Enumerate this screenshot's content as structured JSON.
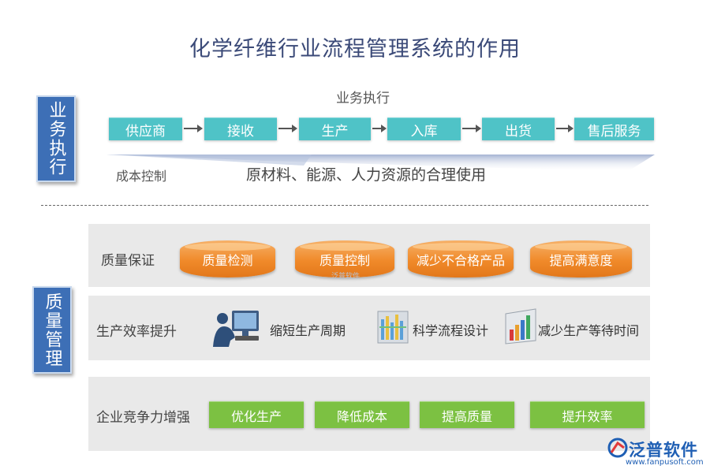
{
  "title": "化学纤维行业流程管理系统的作用",
  "business_execution": {
    "side_label": "业务执行",
    "header": "业务执行",
    "steps": [
      "供应商",
      "接收",
      "生产",
      "入库",
      "出货",
      "售后服务"
    ],
    "cost_label": "成本控制",
    "cost_text": "原材料、能源、人力资源的合理使用"
  },
  "quality_management": {
    "side_label": "质量管理",
    "quality_assurance": {
      "label": "质量保证",
      "items": [
        "质量检测",
        "质量控制",
        "减少不合格产品",
        "提高满意度"
      ]
    },
    "efficiency": {
      "label": "生产效率提升",
      "items": [
        {
          "icon": "computer-user-icon",
          "text": "缩短生产周期"
        },
        {
          "icon": "bar-chart-icon",
          "text": "科学流程设计"
        },
        {
          "icon": "colored-bar-chart-icon",
          "text": "减少生产等待时间"
        }
      ]
    },
    "competitiveness": {
      "label": "企业竞争力增强",
      "items": [
        "优化生产",
        "降低成本",
        "提高质量",
        "提升效率"
      ]
    }
  },
  "logo": {
    "name": "泛普软件",
    "url": "www.fanpusoft.com",
    "watermark": "泛普软件",
    "color": "#1f5fb4"
  },
  "colors": {
    "flow_box": "#4fc3c7",
    "oval": "#f08a2a",
    "green": "#7cc142",
    "side_label": "#3d6fb6"
  }
}
